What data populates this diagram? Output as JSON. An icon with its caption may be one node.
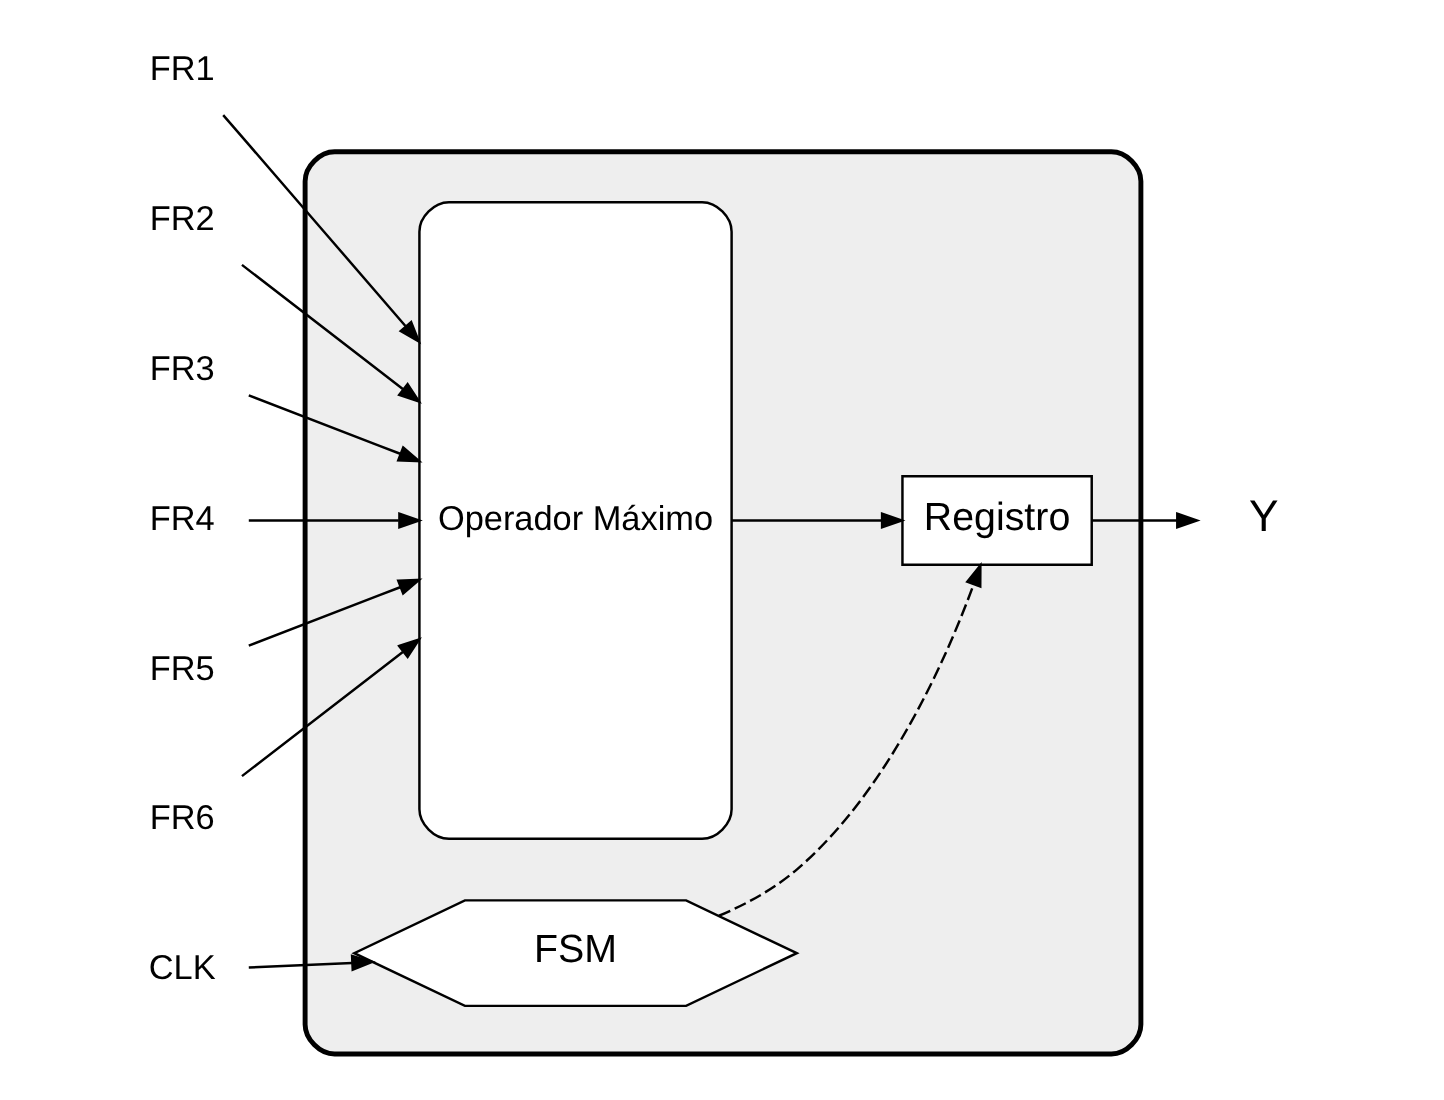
{
  "diagram": {
    "nodes": [
      {
        "text": [],
        "shape": "octagon"
      },
      {
        "text": [
          "FR1"
        ]
      },
      {
        "text": [
          "FR2"
        ]
      },
      {
        "text": [
          "FR3"
        ]
      },
      {
        "text": [
          "FR4"
        ]
      },
      {
        "text": [
          "FR5"
        ]
      },
      {
        "text": [
          "FR6"
        ]
      },
      {
        "text": [
          "CLK"
        ]
      },
      {
        "text": [
          "Operador Máximo"
        ],
        "in": 0
      },
      {
        "text": [
          "Registro"
        ],
        "in": 0
      },
      {
        "text": [
          "FSM"
        ],
        "in": 0
      },
      {
        "text": [
          "Y"
        ]
      }
    ],
    "edges": [
      {
        "from": 1,
        "to": 8,
        "arrow": "to"
      },
      {
        "from": 2,
        "to": 8,
        "arrow": "to"
      },
      {
        "from": 3,
        "to": 8,
        "arrow": "to"
      },
      {
        "from": 4,
        "to": 8,
        "arrow": "to"
      },
      {
        "from": 5,
        "to": 8,
        "arrow": "to"
      },
      {
        "from": 6,
        "to": 8,
        "arrow": "to"
      },
      {
        "from": 7,
        "to": 10,
        "arrow": "to"
      },
      {
        "from": 8,
        "to": 9,
        "arrow": "to"
      },
      {
        "from": 10,
        "to": 9,
        "arrow": "to",
        "style": "dashed"
      },
      {
        "from": 9,
        "to": 11,
        "arrow": "to"
      }
    ]
  }
}
